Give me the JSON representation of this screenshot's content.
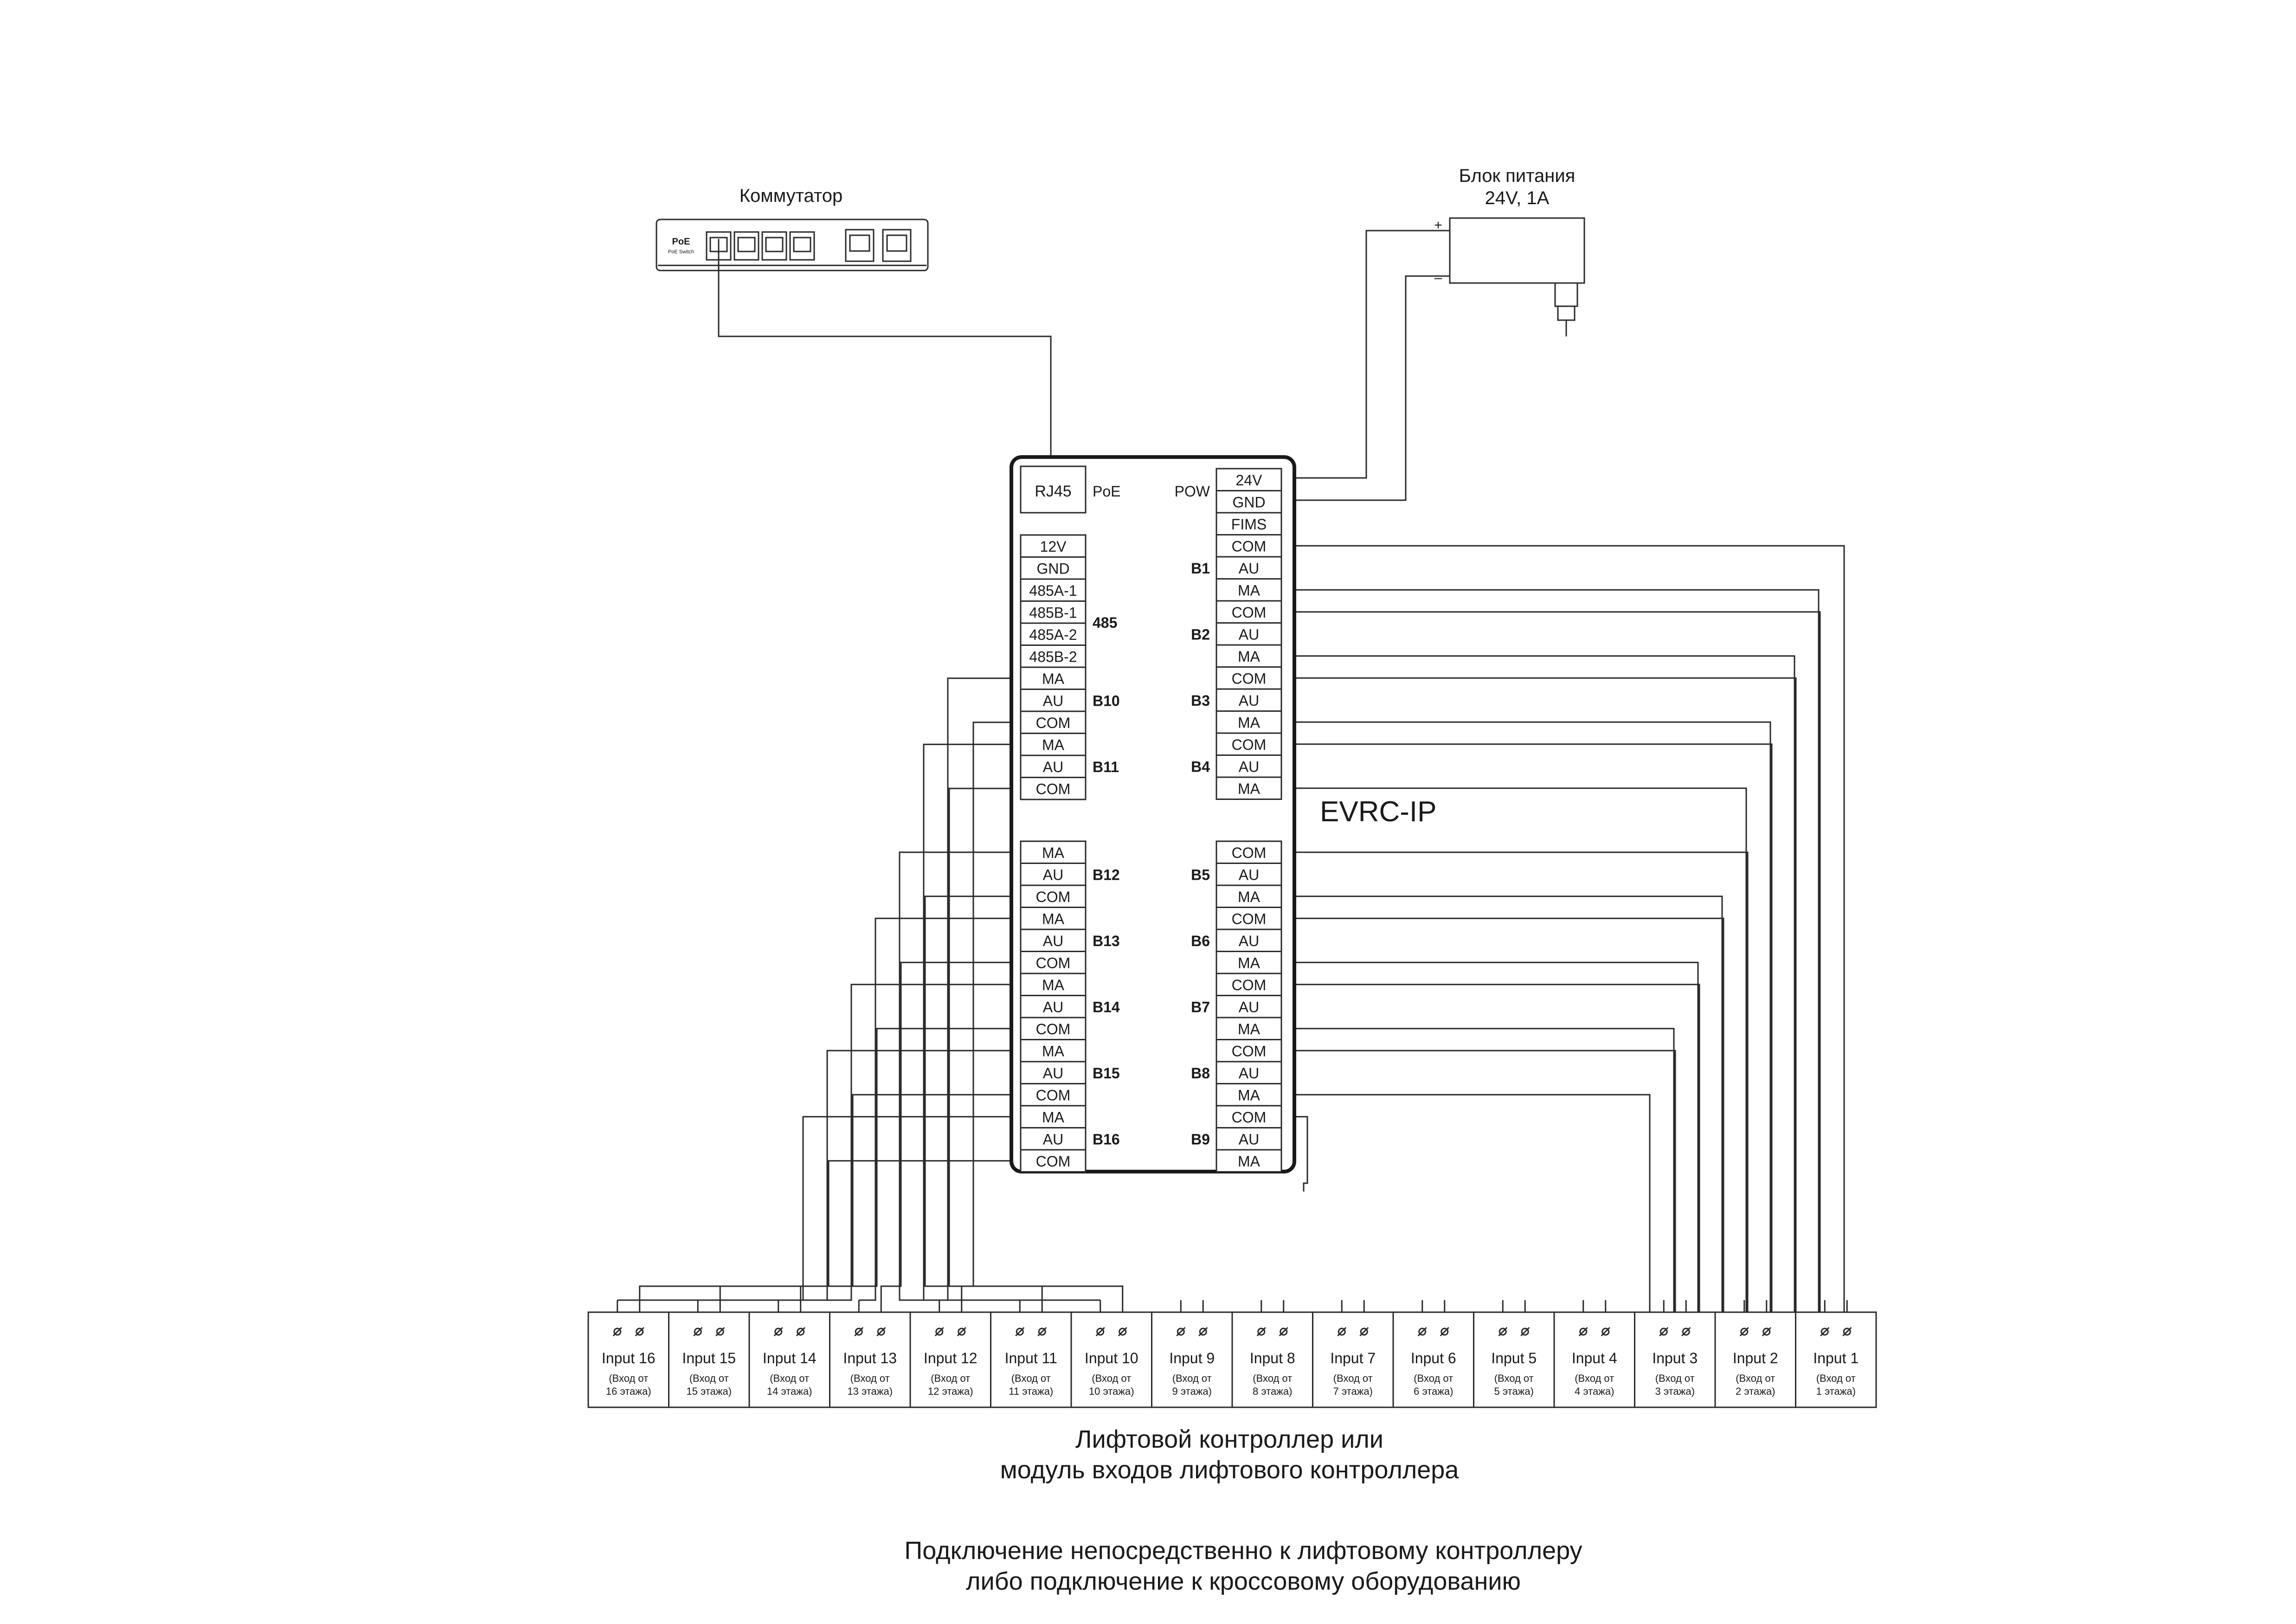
{
  "switch": {
    "title": "Коммутатор",
    "badge": "PoE",
    "badge_sub": "PoE Switch"
  },
  "psu": {
    "title_1": "Блок питания",
    "title_2": "24V, 1A",
    "plus": "+",
    "minus": "–"
  },
  "controller": {
    "name": "EVRC-IP",
    "rj45": "RJ45",
    "poe": "PoE",
    "pow": "POW",
    "bus485": "485",
    "left_top": [
      "12V",
      "GND",
      "485A-1",
      "485B-1",
      "485A-2",
      "485B-2",
      "MA",
      "AU",
      "COM",
      "MA",
      "AU",
      "COM"
    ],
    "left_bottom": [
      "MA",
      "AU",
      "COM",
      "MA",
      "AU",
      "COM",
      "MA",
      "AU",
      "COM",
      "MA",
      "AU",
      "COM",
      "MA",
      "AU",
      "COM"
    ],
    "right_top": [
      "24V",
      "GND",
      "FIMS",
      "COM",
      "AU",
      "MA",
      "COM",
      "AU",
      "MA",
      "COM",
      "AU",
      "MA",
      "COM",
      "AU",
      "MA"
    ],
    "right_bottom": [
      "COM",
      "AU",
      "MA",
      "COM",
      "AU",
      "MA",
      "COM",
      "AU",
      "MA",
      "COM",
      "AU",
      "MA",
      "COM",
      "AU",
      "MA"
    ],
    "group_labels_left": [
      "B10",
      "B11",
      "B12",
      "B13",
      "B14",
      "B15",
      "B16"
    ],
    "group_labels_right": [
      "B1",
      "B2",
      "B3",
      "B4",
      "B5",
      "B6",
      "B7",
      "B8",
      "B9"
    ]
  },
  "inputs": [
    {
      "label": "Input 16",
      "sub_1": "(Вход от",
      "sub_2": "16 этажа)"
    },
    {
      "label": "Input 15",
      "sub_1": "(Вход от",
      "sub_2": "15 этажа)"
    },
    {
      "label": "Input 14",
      "sub_1": "(Вход от",
      "sub_2": "14 этажа)"
    },
    {
      "label": "Input 13",
      "sub_1": "(Вход от",
      "sub_2": "13 этажа)"
    },
    {
      "label": "Input 12",
      "sub_1": "(Вход от",
      "sub_2": "12 этажа)"
    },
    {
      "label": "Input 11",
      "sub_1": "(Вход от",
      "sub_2": "11 этажа)"
    },
    {
      "label": "Input 10",
      "sub_1": "(Вход от",
      "sub_2": "10 этажа)"
    },
    {
      "label": "Input 9",
      "sub_1": "(Вход от",
      "sub_2": "9 этажа)"
    },
    {
      "label": "Input 8",
      "sub_1": "(Вход от",
      "sub_2": "8 этажа)"
    },
    {
      "label": "Input 7",
      "sub_1": "(Вход от",
      "sub_2": "7 этажа)"
    },
    {
      "label": "Input 6",
      "sub_1": "(Вход от",
      "sub_2": "6 этажа)"
    },
    {
      "label": "Input 5",
      "sub_1": "(Вход от",
      "sub_2": "5 этажа)"
    },
    {
      "label": "Input 4",
      "sub_1": "(Вход от",
      "sub_2": "4 этажа)"
    },
    {
      "label": "Input 3",
      "sub_1": "(Вход от",
      "sub_2": "3 этажа)"
    },
    {
      "label": "Input 2",
      "sub_1": "(Вход от",
      "sub_2": "2 этажа)"
    },
    {
      "label": "Input 1",
      "sub_1": "(Вход от",
      "sub_2": "1 этажа)"
    }
  ],
  "captions": {
    "lift_1": "Лифтовой контроллер или",
    "lift_2": "модуль входов лифтового контроллера",
    "note_1": "Подключение непосредственно к лифтовому контроллеру",
    "note_2": "либо подключение к кроссовому оборудованию"
  }
}
